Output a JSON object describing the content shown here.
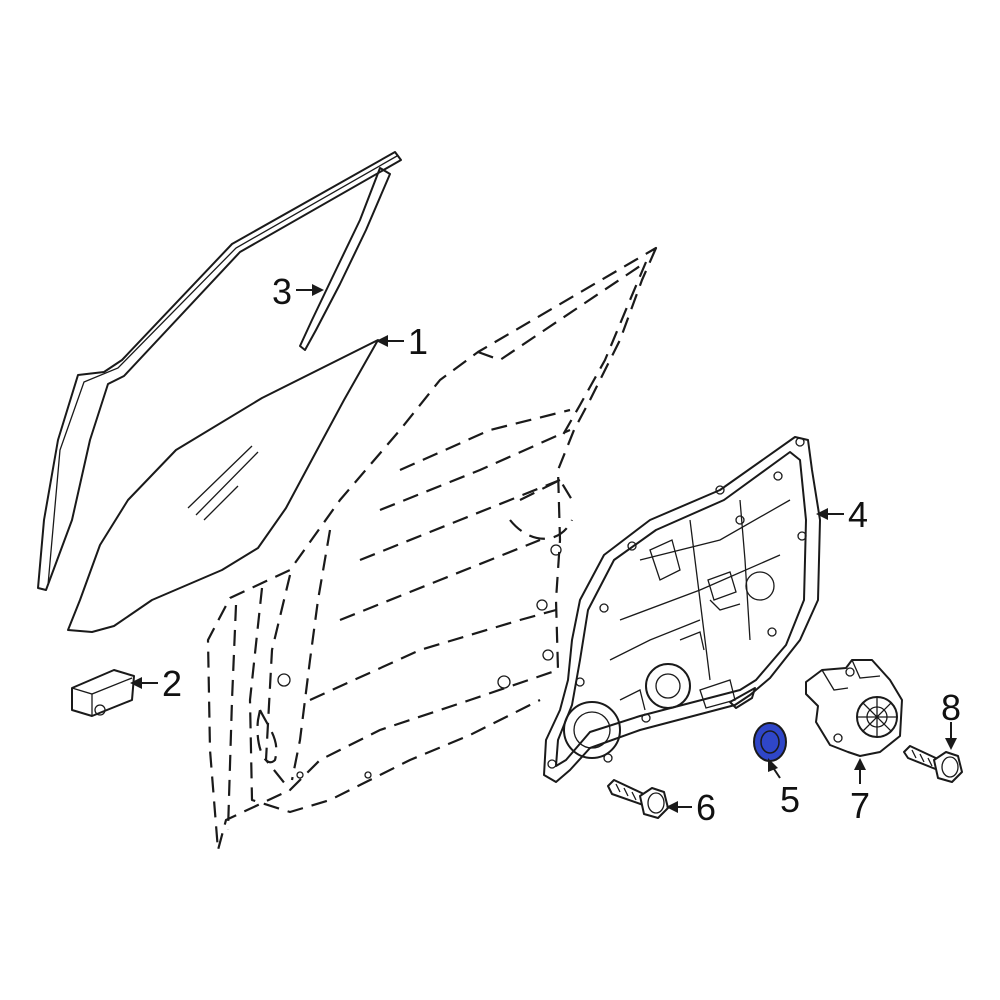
{
  "callouts": [
    {
      "id": "1",
      "text": "1"
    },
    {
      "id": "2",
      "text": "2"
    },
    {
      "id": "3",
      "text": "3"
    },
    {
      "id": "4",
      "text": "4"
    },
    {
      "id": "5",
      "text": "5"
    },
    {
      "id": "6",
      "text": "6"
    },
    {
      "id": "7",
      "text": "7"
    },
    {
      "id": "8",
      "text": "8"
    }
  ],
  "colors": {
    "line": "#1a1a1a",
    "highlight_part": "#2f46c8",
    "background": "#ffffff"
  }
}
